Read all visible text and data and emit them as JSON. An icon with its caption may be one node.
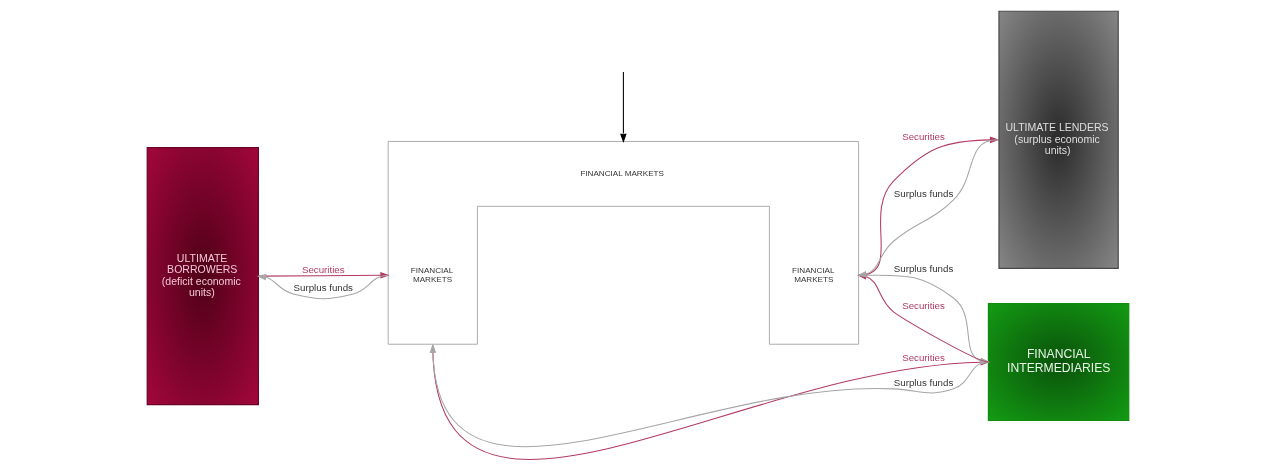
{
  "diagram": {
    "nodes": [
      {
        "text": [
          "ULTIMATE BORROWERS",
          "(deficit economic units)"
        ]
      },
      {
        "text": [
          "FINANCIAL MARKETS",
          "FINANCIAL MARKETS",
          "FINANCIAL MARKETS"
        ]
      },
      {
        "text": [
          "FINANCIAL INTERMEDIARIES"
        ]
      },
      {
        "text": [
          "ULTIMATE LENDERS",
          "(surplus economic units)"
        ]
      }
    ],
    "edges": [
      {
        "from": 0,
        "to": 1,
        "arrow": "to",
        "label": "Securities",
        "color": "#b23a62"
      },
      {
        "from": 1,
        "to": 0,
        "arrow": "to",
        "label": "Surplus funds",
        "color": "#a6a6a6"
      },
      {
        "from": 1,
        "to": 2,
        "arrow": "to",
        "label": "Securities",
        "color": "#b23a62"
      },
      {
        "from": 2,
        "to": 1,
        "arrow": "to",
        "label": "Surplus funds",
        "color": "#a6a6a6"
      },
      {
        "from": 2,
        "to": 1,
        "arrow": "to",
        "label": "Securities",
        "color": "#b23a62"
      },
      {
        "from": 1,
        "to": 2,
        "arrow": "to",
        "label": "Surplus funds",
        "color": "#a6a6a6"
      },
      {
        "from": 1,
        "to": 3,
        "arrow": "to",
        "label": "Securities",
        "color": "#b23a62"
      },
      {
        "from": 3,
        "to": 1,
        "arrow": "to",
        "label": "Surplus funds",
        "color": "#a6a6a6"
      },
      {
        "from": null,
        "to": 1,
        "arrow": "to",
        "color": "#000000"
      }
    ]
  }
}
